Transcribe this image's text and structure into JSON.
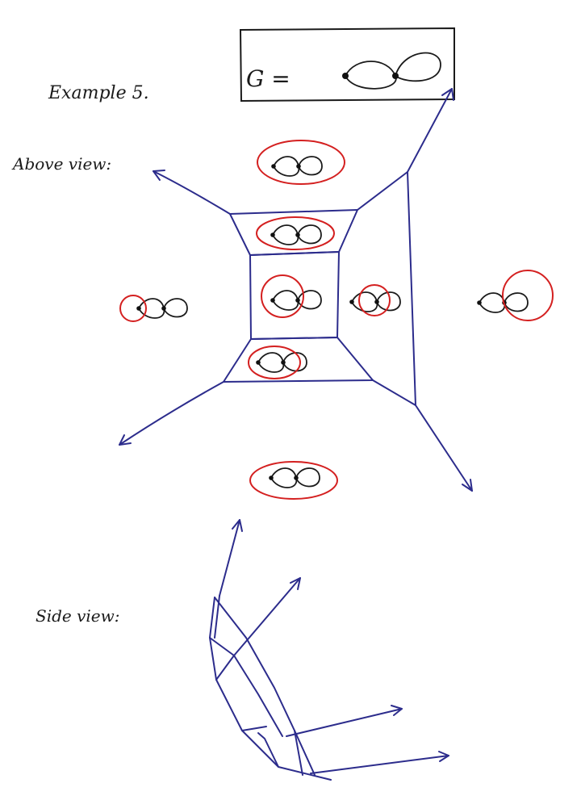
{
  "title": "Example 5.",
  "graph_label": "G =",
  "above_label": "Above view:",
  "side_label": "Side view:",
  "colors": {
    "edge": "#2c2c8c",
    "graph": "#1a1a1a",
    "highlight": "#d42020"
  }
}
